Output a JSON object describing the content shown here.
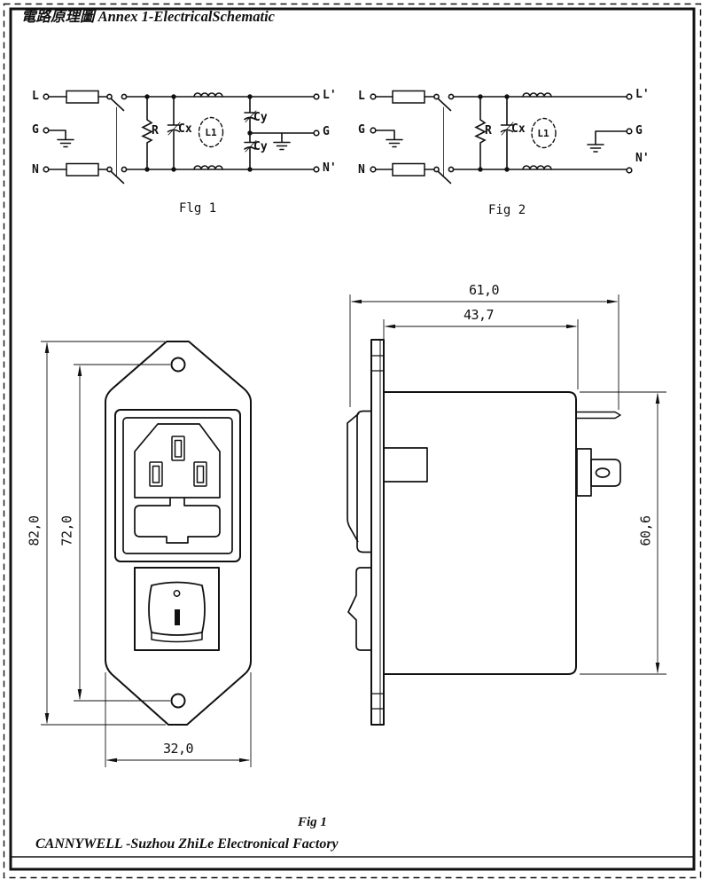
{
  "title": "電路原理圖 Annex 1-ElectricalSchematic",
  "fig1": {
    "caption": "Flg 1",
    "input_l": "L",
    "input_g": "G",
    "input_n": "N",
    "resistor": "R",
    "cap_x": "Cx",
    "choke": "L1",
    "cap_y_top": "Cy",
    "cap_y_bottom": "Cy",
    "output_l": "L'",
    "output_g": "G",
    "output_n": "N'"
  },
  "fig2": {
    "caption": "Fig 2",
    "input_l": "L",
    "input_g": "G",
    "input_n": "N",
    "resistor": "R",
    "cap_x": "Cx",
    "choke": "L1",
    "output_l": "L'",
    "output_g": "G",
    "output_n": "N'"
  },
  "front_view": {
    "dim_height": "82,0",
    "dim_hole_spacing": "72,0",
    "dim_width": "32,0"
  },
  "side_view": {
    "dim_depth_overall": "61,0",
    "dim_body_depth": "43,7",
    "dim_body_height": "60,6"
  },
  "footer": {
    "caption": "Fig 1",
    "company": "CANNYWELL -Suzhou ZhiLe Electronical Factory"
  }
}
